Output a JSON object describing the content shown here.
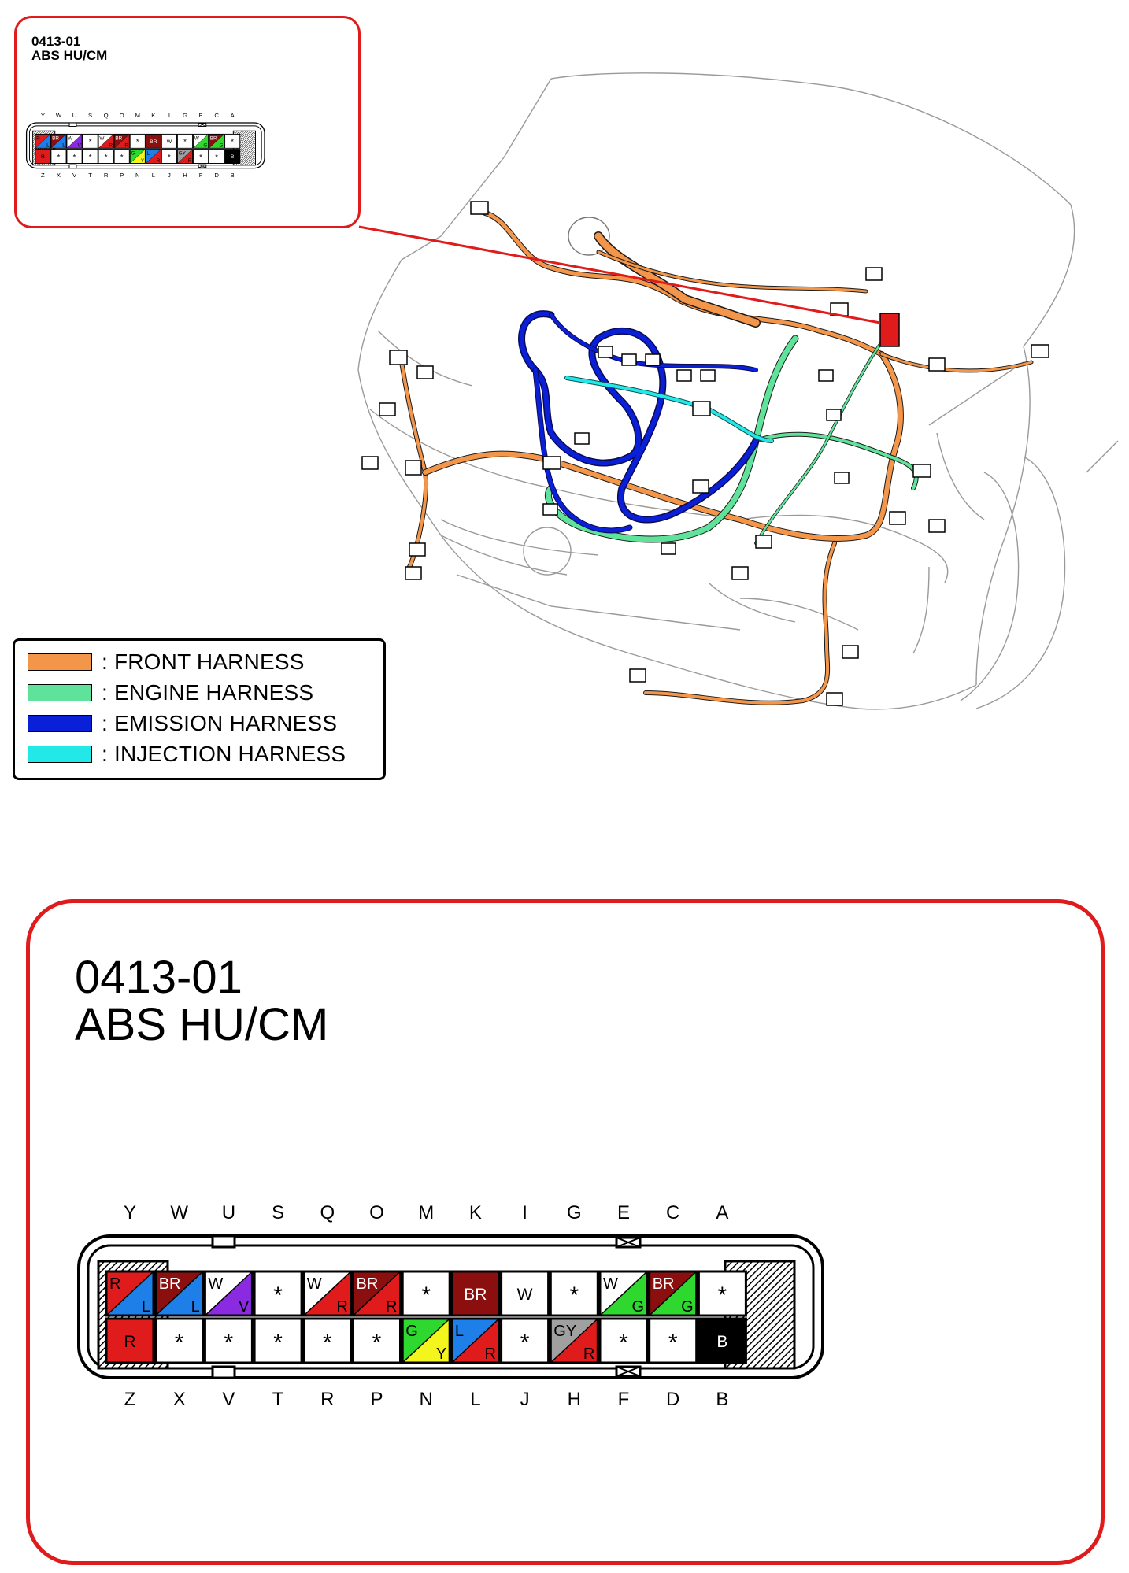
{
  "inset": {
    "code": "0413-01",
    "name": "ABS HU/CM"
  },
  "legend": {
    "items": [
      {
        "label": ": FRONT HARNESS",
        "color": "#f4964a"
      },
      {
        "label": ": ENGINE HARNESS",
        "color": "#5fe39a"
      },
      {
        "label": ": EMISSION HARNESS",
        "color": "#0a20d8"
      },
      {
        "label": ": INJECTION HARNESS",
        "color": "#22e8e8"
      }
    ]
  },
  "connector": {
    "code": "0413-01",
    "name": "ABS HU/CM",
    "top_letters": [
      "Y",
      "W",
      "U",
      "S",
      "Q",
      "O",
      "M",
      "K",
      "I",
      "G",
      "E",
      "C",
      "A"
    ],
    "bottom_letters": [
      "Z",
      "X",
      "V",
      "T",
      "R",
      "P",
      "N",
      "L",
      "J",
      "H",
      "F",
      "D",
      "B"
    ],
    "top_pins": [
      {
        "pin": "Y",
        "type": "split",
        "c1": "#e01b1b",
        "c2": "#1e7fe8",
        "t1": "R",
        "t2": "L",
        "t1c": "#000",
        "t2c": "#000"
      },
      {
        "pin": "W",
        "type": "split",
        "c1": "#8c0f0f",
        "c2": "#1e7fe8",
        "t1": "BR",
        "t2": "L",
        "t1c": "#fff",
        "t2c": "#000"
      },
      {
        "pin": "U",
        "type": "split",
        "c1": "#ffffff",
        "c2": "#8a2be2",
        "t1": "W",
        "t2": "V",
        "t1c": "#000",
        "t2c": "#000"
      },
      {
        "pin": "S",
        "type": "empty",
        "t1": "*"
      },
      {
        "pin": "Q",
        "type": "split",
        "c1": "#ffffff",
        "c2": "#e01b1b",
        "t1": "W",
        "t2": "R",
        "t1c": "#000",
        "t2c": "#000"
      },
      {
        "pin": "O",
        "type": "split",
        "c1": "#8c0f0f",
        "c2": "#e01b1b",
        "t1": "BR",
        "t2": "R",
        "t1c": "#fff",
        "t2c": "#000"
      },
      {
        "pin": "M",
        "type": "empty",
        "t1": "*"
      },
      {
        "pin": "K",
        "type": "solid",
        "c1": "#8c0f0f",
        "t1": "BR",
        "t1c": "#fff"
      },
      {
        "pin": "I",
        "type": "solid",
        "c1": "#ffffff",
        "t1": "W",
        "t1c": "#000"
      },
      {
        "pin": "G",
        "type": "empty",
        "t1": "*"
      },
      {
        "pin": "E",
        "type": "split",
        "c1": "#ffffff",
        "c2": "#2ed82e",
        "t1": "W",
        "t2": "G",
        "t1c": "#000",
        "t2c": "#000"
      },
      {
        "pin": "C",
        "type": "split",
        "c1": "#8c0f0f",
        "c2": "#2ed82e",
        "t1": "BR",
        "t2": "G",
        "t1c": "#fff",
        "t2c": "#000"
      },
      {
        "pin": "A",
        "type": "empty",
        "t1": "*"
      }
    ],
    "bottom_pins": [
      {
        "pin": "Z",
        "type": "solid",
        "c1": "#e01b1b",
        "t1": "R",
        "t1c": "#000"
      },
      {
        "pin": "X",
        "type": "empty",
        "t1": "*"
      },
      {
        "pin": "V",
        "type": "empty",
        "t1": "*"
      },
      {
        "pin": "T",
        "type": "empty",
        "t1": "*"
      },
      {
        "pin": "R",
        "type": "empty",
        "t1": "*"
      },
      {
        "pin": "P",
        "type": "empty",
        "t1": "*"
      },
      {
        "pin": "N",
        "type": "split",
        "c1": "#2ed82e",
        "c2": "#f5f51e",
        "t1": "G",
        "t2": "Y",
        "t1c": "#000",
        "t2c": "#000"
      },
      {
        "pin": "L",
        "type": "split",
        "c1": "#1e7fe8",
        "c2": "#e01b1b",
        "t1": "L",
        "t2": "R",
        "t1c": "#000",
        "t2c": "#000"
      },
      {
        "pin": "J",
        "type": "empty",
        "t1": "*"
      },
      {
        "pin": "H",
        "type": "split",
        "c1": "#a0a0a0",
        "c2": "#e01b1b",
        "t1": "GY",
        "t2": "R",
        "t1c": "#000",
        "t2c": "#000"
      },
      {
        "pin": "F",
        "type": "empty",
        "t1": "*"
      },
      {
        "pin": "D",
        "type": "empty",
        "t1": "*"
      },
      {
        "pin": "B",
        "type": "solid",
        "c1": "#000000",
        "t1": "B",
        "t1c": "#fff"
      }
    ]
  }
}
